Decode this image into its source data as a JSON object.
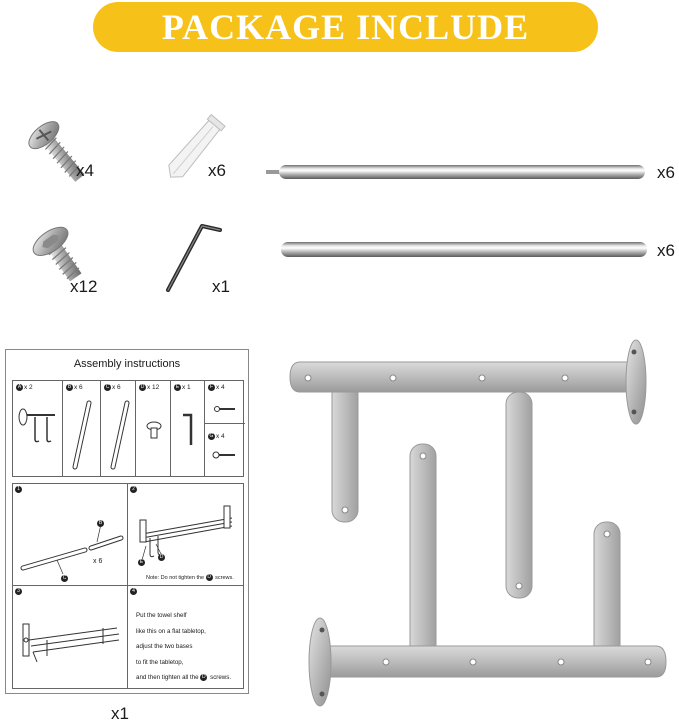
{
  "banner": {
    "title": "PACKAGE INCLUDE"
  },
  "quantities": {
    "screw": "x4",
    "anchor": "x6",
    "rod_long": "x6",
    "bolt": "x12",
    "wrench": "x1",
    "rod_short": "x6",
    "manual": "x1"
  },
  "manual": {
    "title": "Assembly instructions",
    "parts": [
      {
        "letter": "A",
        "qty": "x 2"
      },
      {
        "letter": "B",
        "qty": "x 6"
      },
      {
        "letter": "C",
        "qty": "x 6"
      },
      {
        "letter": "D",
        "qty": "x 12"
      },
      {
        "letter": "E",
        "qty": "x 1"
      },
      {
        "letter": "F",
        "qty": "x 4"
      },
      {
        "letter": "G",
        "qty": "x 4"
      }
    ],
    "step1": {
      "num": "1",
      "callout_b": "B",
      "callout_c": "C",
      "qty": "x 6"
    },
    "step2": {
      "num": "2",
      "callout_d": "D",
      "callout_e": "E",
      "note_prefix": "Note: Do not tighten the",
      "note_letter": "D",
      "note_suffix": "screws."
    },
    "step3": {
      "num": "3"
    },
    "step4": {
      "num": "4",
      "line1": "Put the towel shelf",
      "line2": "like this on a flat tabletop,",
      "line3": "adjust the two bases",
      "line4": "to fit the tabletop,",
      "line5_prefix": "and then tighten all the",
      "line5_letter": "D",
      "line5_suffix": "screws."
    }
  },
  "colors": {
    "banner": "#f6c21a",
    "banner_text": "#ffffff",
    "metal": "#b5b5b5"
  }
}
